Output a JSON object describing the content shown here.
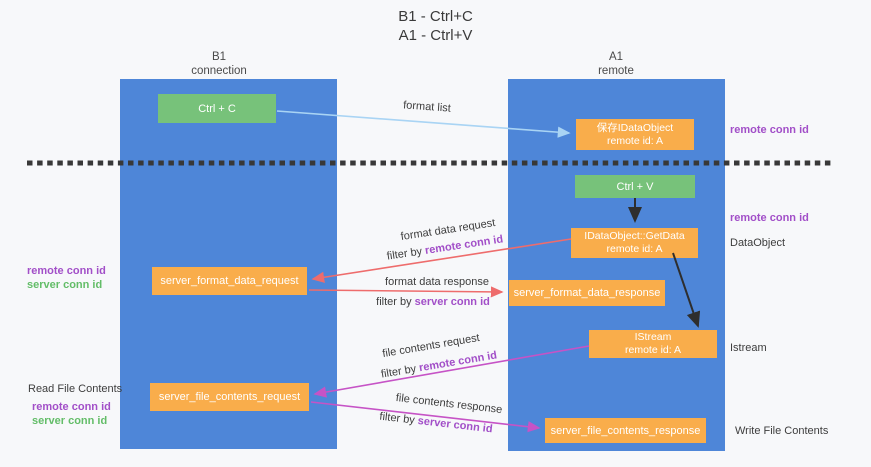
{
  "title": {
    "line1": "B1 - Ctrl+C",
    "line2": "A1 - Ctrl+V"
  },
  "lanes": {
    "left": {
      "title": "B1",
      "subtitle": "connection"
    },
    "right": {
      "title": "A1",
      "subtitle": "remote"
    }
  },
  "boxes": {
    "ctrl_c": {
      "label": "Ctrl + C"
    },
    "ctrl_v": {
      "label": "Ctrl + V"
    },
    "save_dataobject": {
      "line1": "保存IDataObject",
      "line2": "remote id: A"
    },
    "getdata": {
      "line1": "IDataObject::GetData",
      "line2": "remote id: A"
    },
    "istream": {
      "line1": "IStream",
      "line2": "remote id: A"
    },
    "server_format_data_request": {
      "label": "server_format_data_request"
    },
    "server_format_data_response": {
      "label": "server_format_data_response"
    },
    "server_file_contents_request": {
      "label": "server_file_contents_request"
    },
    "server_file_contents_response": {
      "label": "server_file_contents_response"
    }
  },
  "flow_labels": {
    "format_list": "format list",
    "format_data_request": {
      "text": "format data request",
      "filter_prefix": "filter by ",
      "filter_key": "remote conn id"
    },
    "format_data_response": {
      "text": "format data response",
      "filter_prefix": "filter by ",
      "filter_key": "server conn id"
    },
    "file_contents_request": {
      "text": "file contents request",
      "filter_prefix": "filter by ",
      "filter_key": "remote conn id"
    },
    "file_contents_response": {
      "text": "file contents response",
      "filter_prefix": "filter by ",
      "filter_key": "server conn id"
    }
  },
  "left_margin": {
    "format_pair": {
      "remote": "remote conn id",
      "server": "server conn id"
    },
    "read_file_contents": "Read File Contents",
    "file_pair": {
      "remote": "remote conn id",
      "server": "server conn id"
    }
  },
  "right_margin": {
    "remote_conn_id_top": "remote conn id",
    "remote_conn_id_mid": "remote conn id",
    "dataobject": "DataObject",
    "istream": "Istream",
    "write_file_contents": "Write File Contents"
  },
  "colors": {
    "background": "#f7f8fa",
    "lane_blue": "#4e86d8",
    "box_green": "#77c27a",
    "box_orange": "#f9ad4b",
    "arrow_light_blue": "#a9d4f4",
    "arrow_salmon": "#ee6c6c",
    "arrow_magenta": "#c653c6",
    "arrow_black": "#2e2e2e",
    "dashed_line": "#383838",
    "text_purple": "#a24fc8",
    "text_green": "#63bd68",
    "text_dark": "#3d3d3d"
  }
}
